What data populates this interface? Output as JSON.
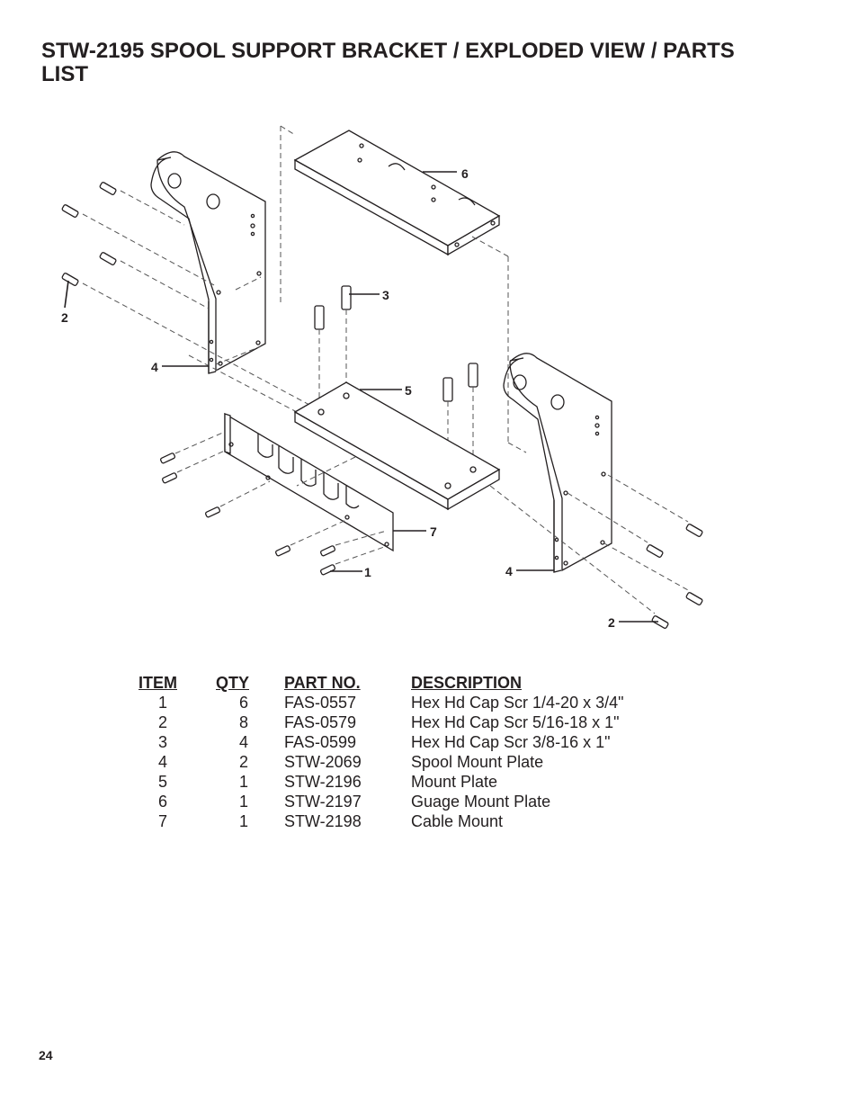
{
  "title": "STW-2195 SPOOL SUPPORT BRACKET / EXPLODED VIEW / PARTS LIST",
  "callouts": {
    "c6": "6",
    "c3": "3",
    "c2_left": "2",
    "c4_left": "4",
    "c5": "5",
    "c7": "7",
    "c1": "1",
    "c4_right": "4",
    "c2_right": "2"
  },
  "parts_table": {
    "headers": {
      "item": "ITEM",
      "qty": "QTY",
      "part_no": "PART NO.",
      "description": "DESCRIPTION"
    },
    "rows": [
      {
        "item": "1",
        "qty": "6",
        "part_no": "FAS-0557",
        "description": "Hex Hd Cap Scr 1/4-20 x 3/4\""
      },
      {
        "item": "2",
        "qty": "8",
        "part_no": "FAS-0579",
        "description": "Hex Hd Cap Scr 5/16-18 x 1\""
      },
      {
        "item": "3",
        "qty": "4",
        "part_no": "FAS-0599",
        "description": "Hex Hd Cap Scr 3/8-16 x 1\""
      },
      {
        "item": "4",
        "qty": "2",
        "part_no": "STW-2069",
        "description": "Spool Mount Plate"
      },
      {
        "item": "5",
        "qty": "1",
        "part_no": "STW-2196",
        "description": "Mount Plate"
      },
      {
        "item": "6",
        "qty": "1",
        "part_no": "STW-2197",
        "description": "Guage Mount Plate"
      },
      {
        "item": "7",
        "qty": "1",
        "part_no": "STW-2198",
        "description": "Cable Mount"
      }
    ]
  },
  "page_number": "24"
}
